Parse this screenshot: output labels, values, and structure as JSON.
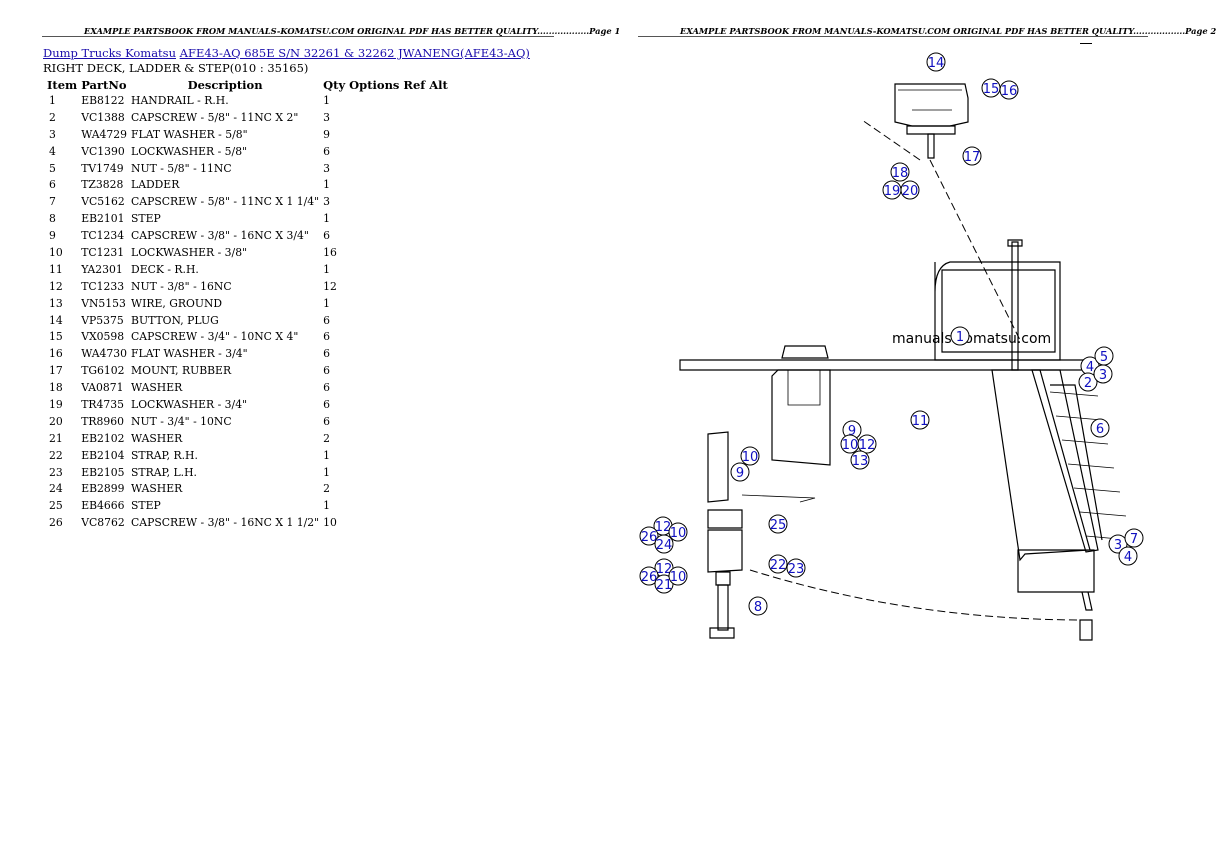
{
  "header": {
    "page1": "EXAMPLE PARTSBOOK FROM MANUALS-KOMATSU.COM ORIGINAL PDF HAS BETTER QUALITY..................Page 1",
    "page2": "EXAMPLE PARTSBOOK FROM MANUALS-KOMATSU.COM ORIGINAL PDF HAS BETTER QUALITY..................Page 2"
  },
  "breadcrumb": {
    "link1": "Dump Trucks Komatsu",
    "link2": "AFE43-AQ 685E S/N 32261 & 32262 JWANENG(AFE43-AQ)"
  },
  "section_title": "RIGHT DECK, LADDER & STEP(010 : 35165)",
  "table": {
    "headers": {
      "item": "Item",
      "partno": "PartNo",
      "description": "Description",
      "qty_options": "Qty Options Ref Alt"
    },
    "rows": [
      {
        "item": "1",
        "partno": "EB8122",
        "desc": "HANDRAIL - R.H.",
        "qty": "1"
      },
      {
        "item": "2",
        "partno": "VC1388",
        "desc": "CAPSCREW - 5/8\" - 11NC X 2\"",
        "qty": "3"
      },
      {
        "item": "3",
        "partno": "WA4729",
        "desc": "FLAT WASHER - 5/8\"",
        "qty": "9"
      },
      {
        "item": "4",
        "partno": "VC1390",
        "desc": "LOCKWASHER - 5/8\"",
        "qty": "6"
      },
      {
        "item": "5",
        "partno": "TV1749",
        "desc": "NUT - 5/8\" - 11NC",
        "qty": "3"
      },
      {
        "item": "6",
        "partno": "TZ3828",
        "desc": "LADDER",
        "qty": "1"
      },
      {
        "item": "7",
        "partno": "VC5162",
        "desc": "CAPSCREW - 5/8\" - 11NC X 1 1/4\"",
        "qty": "3"
      },
      {
        "item": "8",
        "partno": "EB2101",
        "desc": "STEP",
        "qty": "1"
      },
      {
        "item": "9",
        "partno": "TC1234",
        "desc": "CAPSCREW - 3/8\" - 16NC X 3/4\"",
        "qty": "6"
      },
      {
        "item": "10",
        "partno": "TC1231",
        "desc": "LOCKWASHER - 3/8\"",
        "qty": "16"
      },
      {
        "item": "11",
        "partno": "YA2301",
        "desc": "DECK - R.H.",
        "qty": "1"
      },
      {
        "item": "12",
        "partno": "TC1233",
        "desc": "NUT - 3/8\" - 16NC",
        "qty": "12"
      },
      {
        "item": "13",
        "partno": "VN5153",
        "desc": "WIRE, GROUND",
        "qty": "1"
      },
      {
        "item": "14",
        "partno": "VP5375",
        "desc": "BUTTON, PLUG",
        "qty": "6"
      },
      {
        "item": "15",
        "partno": "VX0598",
        "desc": "CAPSCREW - 3/4\" - 10NC X 4\"",
        "qty": "6"
      },
      {
        "item": "16",
        "partno": "WA4730",
        "desc": "FLAT WASHER - 3/4\"",
        "qty": "6"
      },
      {
        "item": "17",
        "partno": "TG6102",
        "desc": "MOUNT, RUBBER",
        "qty": "6"
      },
      {
        "item": "18",
        "partno": "VA0871",
        "desc": "WASHER",
        "qty": "6"
      },
      {
        "item": "19",
        "partno": "TR4735",
        "desc": "LOCKWASHER - 3/4\"",
        "qty": "6"
      },
      {
        "item": "20",
        "partno": "TR8960",
        "desc": "NUT - 3/4\" - 10NC",
        "qty": "6"
      },
      {
        "item": "21",
        "partno": "EB2102",
        "desc": "WASHER",
        "qty": "2"
      },
      {
        "item": "22",
        "partno": "EB2104",
        "desc": "STRAP, R.H.",
        "qty": "1"
      },
      {
        "item": "23",
        "partno": "EB2105",
        "desc": "STRAP, L.H.",
        "qty": "1"
      },
      {
        "item": "24",
        "partno": "EB2899",
        "desc": "WASHER",
        "qty": "2"
      },
      {
        "item": "25",
        "partno": "EB4666",
        "desc": "STEP",
        "qty": "1"
      },
      {
        "item": "26",
        "partno": "VC8762",
        "desc": "CAPSCREW - 3/8\" - 16NC X 1 1/2\"",
        "qty": "10"
      }
    ]
  },
  "diagram": {
    "watermark": "manuals-komatsu.com",
    "callouts": [
      "14",
      "15",
      "16",
      "17",
      "18",
      "19",
      "20",
      "1",
      "4",
      "5",
      "2",
      "3",
      "6",
      "11",
      "9",
      "10",
      "12",
      "13",
      "10",
      "9",
      "12",
      "26",
      "24",
      "10",
      "25",
      "12",
      "26",
      "21",
      "10",
      "22",
      "23",
      "8",
      "3",
      "7",
      "4"
    ]
  }
}
